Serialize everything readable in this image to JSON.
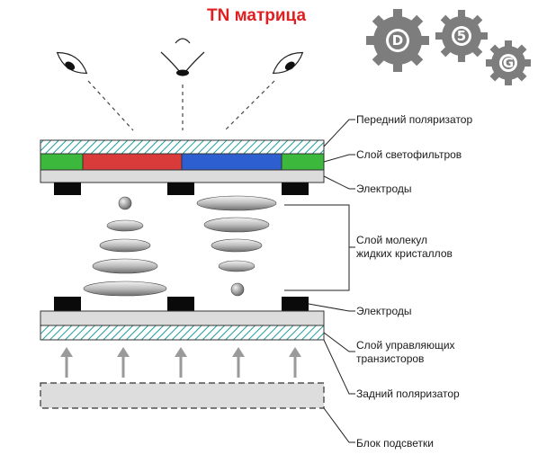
{
  "title": "TN матрица",
  "logo": {
    "letters": [
      "D",
      "5",
      "G"
    ]
  },
  "labels": {
    "front_polarizer": "Передний поляризатор",
    "color_filters": "Слой светофильтров",
    "electrodes_top": "Электроды",
    "liquid_crystals_line1": "Слой молекул",
    "liquid_crystals_line2": "жидких кристаллов",
    "electrodes_bottom": "Электроды",
    "transistors_line1": "Слой управляющих",
    "transistors_line2": "транзисторов",
    "rear_polarizer": "Задний поляризатор",
    "backlight": "Блок подсветки"
  },
  "colors": {
    "title": "#e02020",
    "filter_green": "#3cb83c",
    "filter_red": "#d93a3a",
    "filter_blue": "#2d5fd0",
    "hatch": "#1e9c9c",
    "electrode": "#0a0a0a",
    "arrow": "#9a9a9a",
    "gear": "#7d7d7d"
  }
}
